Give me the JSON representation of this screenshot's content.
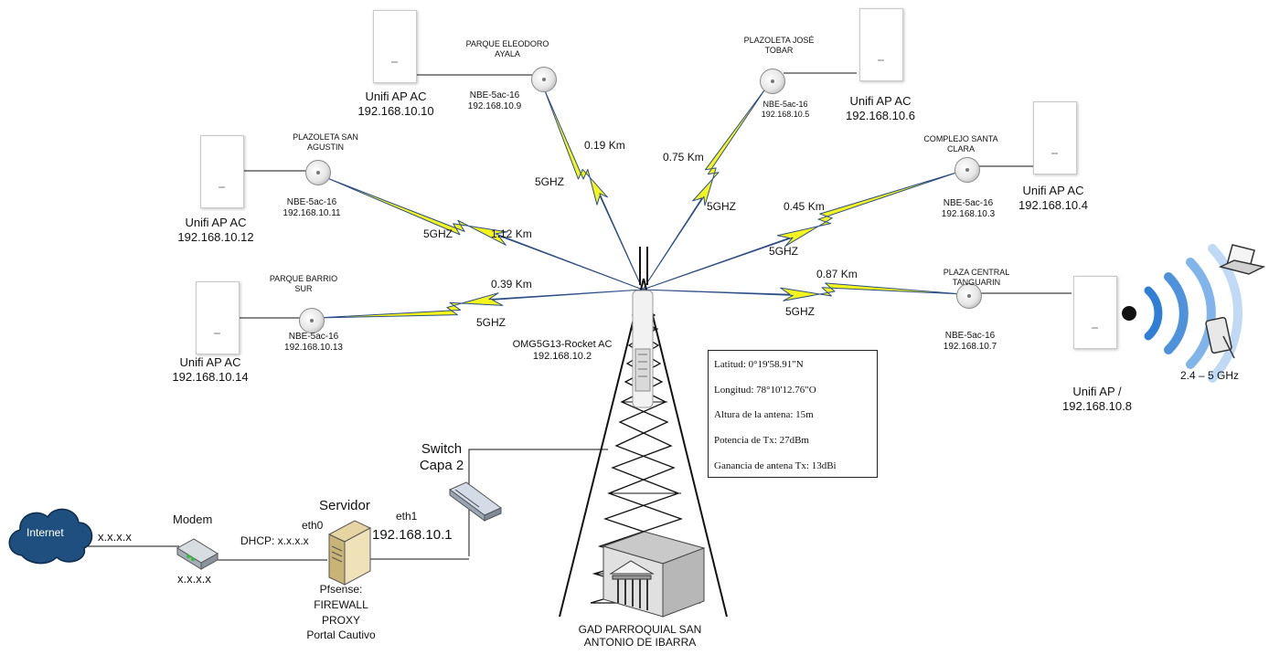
{
  "access_points": [
    {
      "name": "Unifi AP AC",
      "ip": "192.168.10.10"
    },
    {
      "name": "Unifi AP AC",
      "ip": "192.168.10.12"
    },
    {
      "name": "Unifi AP AC",
      "ip": "192.168.10.14"
    },
    {
      "name": "Unifi AP AC",
      "ip": "192.168.10.6"
    },
    {
      "name": "Unifi AP AC",
      "ip": "192.168.10.4"
    },
    {
      "name": "Unifi AP /",
      "ip": "192.168.10.8"
    }
  ],
  "sites": [
    {
      "place": [
        "PARQUE ELEODORO",
        "AYALA"
      ],
      "radio": "NBE-5ac-16",
      "ip": "192.168.10.9",
      "distance": "0.19 Km",
      "band": "5GHZ"
    },
    {
      "place": [
        "PLAZOLETA SAN",
        "AGUSTIN"
      ],
      "radio": "NBE-5ac-16",
      "ip": "192.168.10.11",
      "distance": "1.12 Km",
      "band": "5GHZ"
    },
    {
      "place": [
        "PARQUE BARRIO",
        "SUR"
      ],
      "radio": "NBE-5ac-16",
      "ip": "192.168.10.13",
      "distance": "0.39 Km",
      "band": "5GHZ"
    },
    {
      "place": [
        "PLAZOLETA JOSÉ",
        "TOBAR"
      ],
      "radio": "NBE-5ac-16",
      "ip": "192.168.10.5",
      "distance": "0.75 Km",
      "band": "5GHZ"
    },
    {
      "place": [
        "COMPLEJO SANTA",
        "CLARA"
      ],
      "radio": "NBE-5ac-16",
      "ip": "192.168.10.3",
      "distance": "0.45 Km",
      "band": "5GHZ"
    },
    {
      "place": [
        "PLAZA CENTRAL",
        "TANGUARIN"
      ],
      "radio": "NBE-5ac-16",
      "ip": "192.168.10.7",
      "distance": "0.87 Km",
      "band": "5GHZ"
    }
  ],
  "tower": {
    "radio": "OMG5G13-Rocket AC",
    "ip": "192.168.10.2"
  },
  "info": [
    "Latitud: 0°19'58.91\"N",
    "Longitud: 78°10'12.76\"O",
    "Altura de la antena: 15m",
    "Potencia de Tx: 27dBm",
    "Ganancia de antena Tx: 13dBi"
  ],
  "wifi_band": "2.4 – 5 GHz",
  "switch_label": [
    "Switch",
    "Capa 2"
  ],
  "server": {
    "title": "Servidor",
    "eth0": "eth0",
    "eth1": "eth1",
    "eth1_ip": "192.168.10.1",
    "dhcp": "DHCP: x.x.x.x",
    "roles": [
      "Pfsense:",
      "FIREWALL",
      "PROXY",
      "Portal Cautivo"
    ]
  },
  "modem": {
    "title": "Modem",
    "wan": "x.x.x.x",
    "lan": "x.x.x.x"
  },
  "cloud_label": "Internet",
  "building": [
    "GAD PARROQUIAL SAN",
    "ANTONIO DE IBARRA"
  ],
  "colors": {
    "link_line": "#2e4f86",
    "bolt_fill": "#f3f51c",
    "bolt_stroke": "#2e4f86",
    "wifi_arc": "#2f7fd6",
    "cloud": "#1f4f7e"
  }
}
